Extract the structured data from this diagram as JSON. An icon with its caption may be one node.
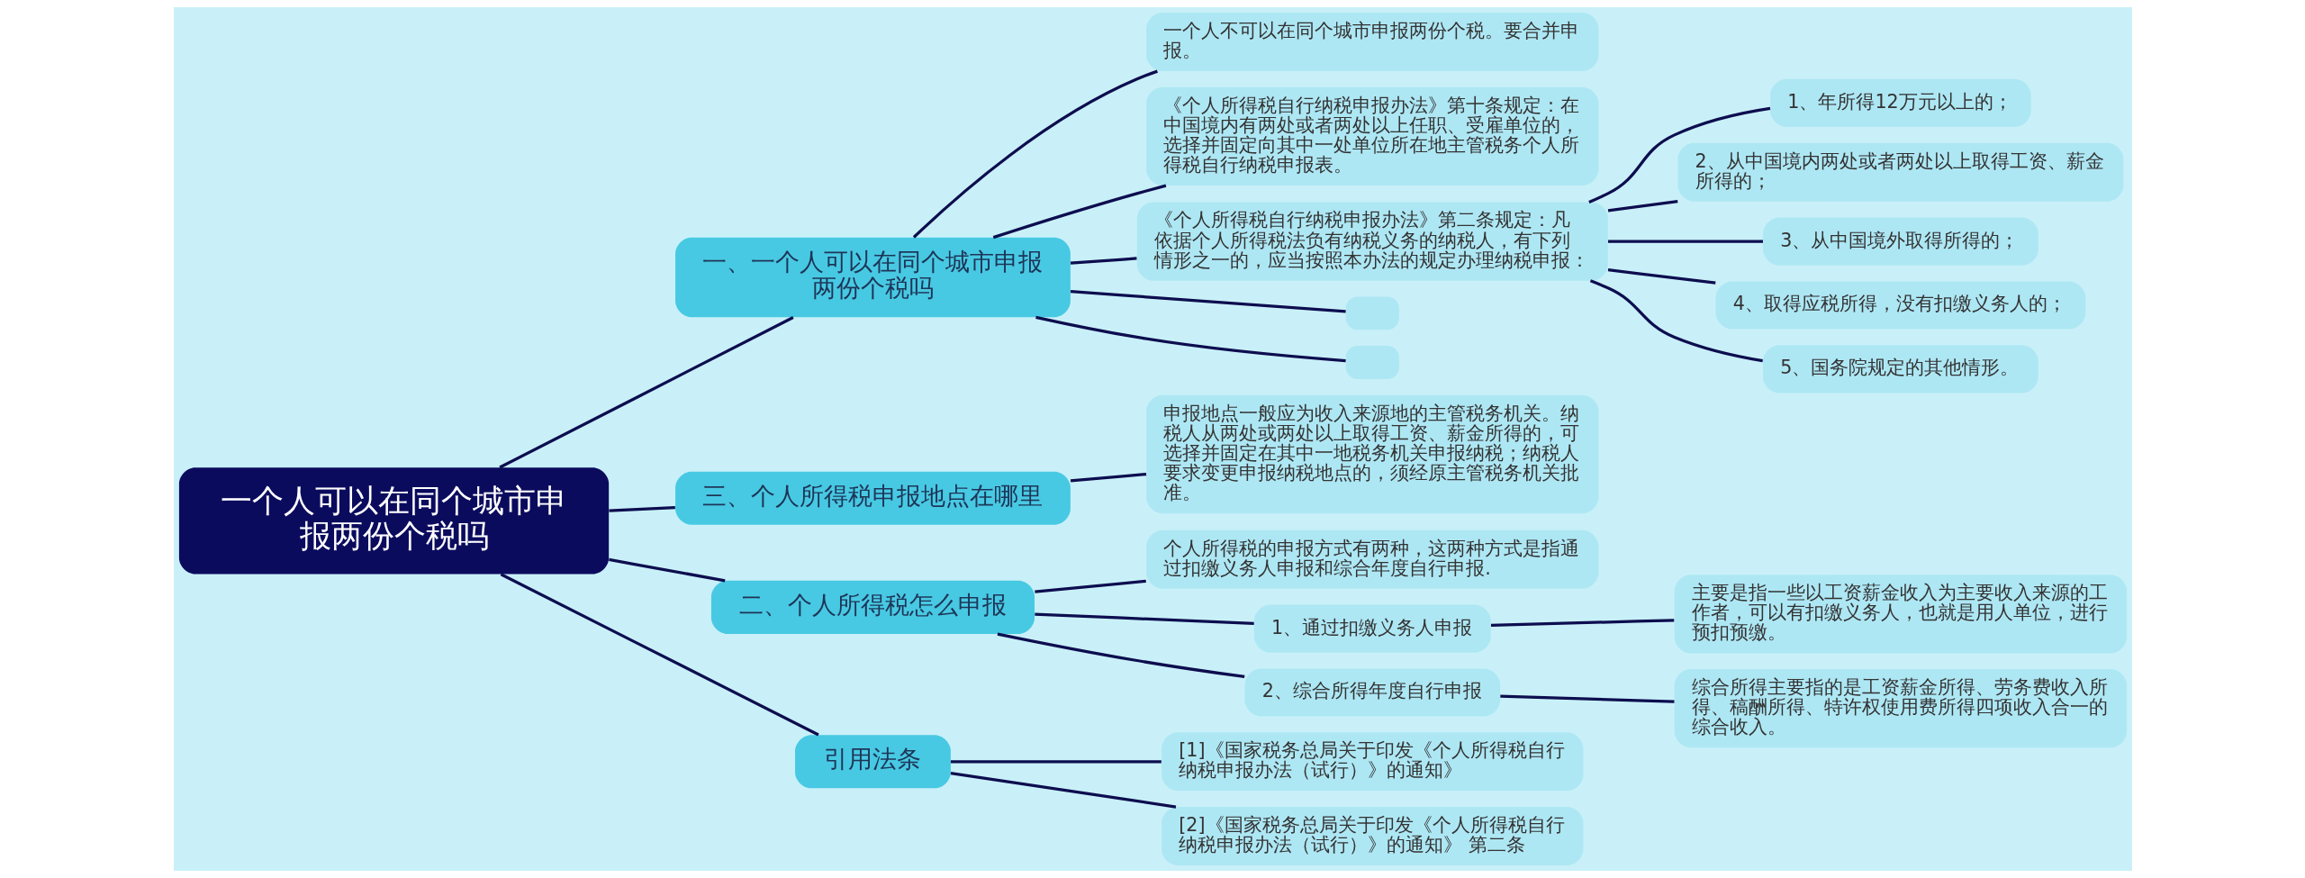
{
  "diagram": {
    "nodes": [
      {
        "text": [
          "一个人可以在同个城市申报两份个税吗"
        ]
      },
      {
        "text": [
          "一、一个人可以在同个城市申报两份个税吗"
        ]
      },
      {
        "text": [
          "一个人不可以在同个城市申报两份个税。要合并申报。"
        ]
      },
      {
        "text": [
          "《个人所得税自行纳税申报办法》第十条规定：在中国境内有两处或者两处以上任职、受雇单位的，选择并固定向其中一处单位所在地主管税务个人所得税自行纳税申报表。"
        ]
      },
      {
        "text": [
          "《个人所得税自行纳税申报办法》第二条规定：凡依据个人所得税法负有纳税义务的纳税人，有下列情形之一的，应当按照本办法的规定办理纳税申报："
        ]
      },
      {
        "text": [
          "1、年所得12万元以上的；"
        ]
      },
      {
        "text": [
          "2、从中国境内两处或者两处以上取得工资、薪金所得的；"
        ]
      },
      {
        "text": [
          "3、从中国境外取得所得的；"
        ]
      },
      {
        "text": [
          "4、取得应税所得，没有扣缴义务人的；"
        ]
      },
      {
        "text": [
          "5、国务院规定的其他情形。"
        ]
      },
      {
        "text": [],
        "shape": "box"
      },
      {
        "text": [],
        "shape": "box"
      },
      {
        "text": [
          "三、个人所得税申报地点在哪里"
        ]
      },
      {
        "text": [
          "申报地点一般应为收入来源地的主管税务机关。纳税人从两处或两处以上取得工资、薪金所得的，可选择并固定在其中一地税务机关申报纳税；纳税人要求变更申报纳税地点的，须经原主管税务机关批准。"
        ]
      },
      {
        "text": [
          "二、个人所得税怎么申报"
        ]
      },
      {
        "text": [
          "个人所得税的申报方式有两种，这两种方式是指通过扣缴义务人申报和综合年度自行申报."
        ]
      },
      {
        "text": [
          "1、通过扣缴义务人申报"
        ]
      },
      {
        "text": [
          "主要是指一些以工资薪金收入为主要收入来源的工作者，可以有扣缴义务人，也就是用人单位，进行预扣预缴。"
        ]
      },
      {
        "text": [
          "2、综合所得年度自行申报"
        ]
      },
      {
        "text": [
          "综合所得主要指的是工资薪金所得、劳务费收入所得、稿酬所得、特许权使用费所得四项收入合一的综合收入。"
        ]
      },
      {
        "text": [
          "引用法条"
        ]
      },
      {
        "text": [
          "[1]《国家税务总局关于印发《个人所得税自行纳税申报办法（试行）》的通知》"
        ]
      },
      {
        "text": [
          "[2]《国家税务总局关于印发《个人所得税自行纳税申报办法（试行）》的通知》 第二条"
        ]
      }
    ],
    "edges": [
      {
        "from": 0,
        "to": 1,
        "arrow": "none"
      },
      {
        "from": 1,
        "to": 2,
        "arrow": "none"
      },
      {
        "from": 1,
        "to": 3,
        "arrow": "none"
      },
      {
        "from": 1,
        "to": 4,
        "arrow": "none"
      },
      {
        "from": 4,
        "to": 5,
        "arrow": "none"
      },
      {
        "from": 4,
        "to": 6,
        "arrow": "none"
      },
      {
        "from": 4,
        "to": 7,
        "arrow": "none"
      },
      {
        "from": 4,
        "to": 8,
        "arrow": "none"
      },
      {
        "from": 4,
        "to": 9,
        "arrow": "none"
      },
      {
        "from": 1,
        "to": 10,
        "arrow": "none"
      },
      {
        "from": 1,
        "to": 11,
        "arrow": "none"
      },
      {
        "from": 0,
        "to": 12,
        "arrow": "none"
      },
      {
        "from": 12,
        "to": 13,
        "arrow": "none"
      },
      {
        "from": 0,
        "to": 14,
        "arrow": "none"
      },
      {
        "from": 14,
        "to": 15,
        "arrow": "none"
      },
      {
        "from": 14,
        "to": 16,
        "arrow": "none"
      },
      {
        "from": 16,
        "to": 17,
        "arrow": "none"
      },
      {
        "from": 14,
        "to": 18,
        "arrow": "none"
      },
      {
        "from": 18,
        "to": 19,
        "arrow": "none"
      },
      {
        "from": 0,
        "to": 20,
        "arrow": "none"
      },
      {
        "from": 20,
        "to": 21,
        "arrow": "none"
      },
      {
        "from": 20,
        "to": 22,
        "arrow": "none"
      }
    ]
  }
}
